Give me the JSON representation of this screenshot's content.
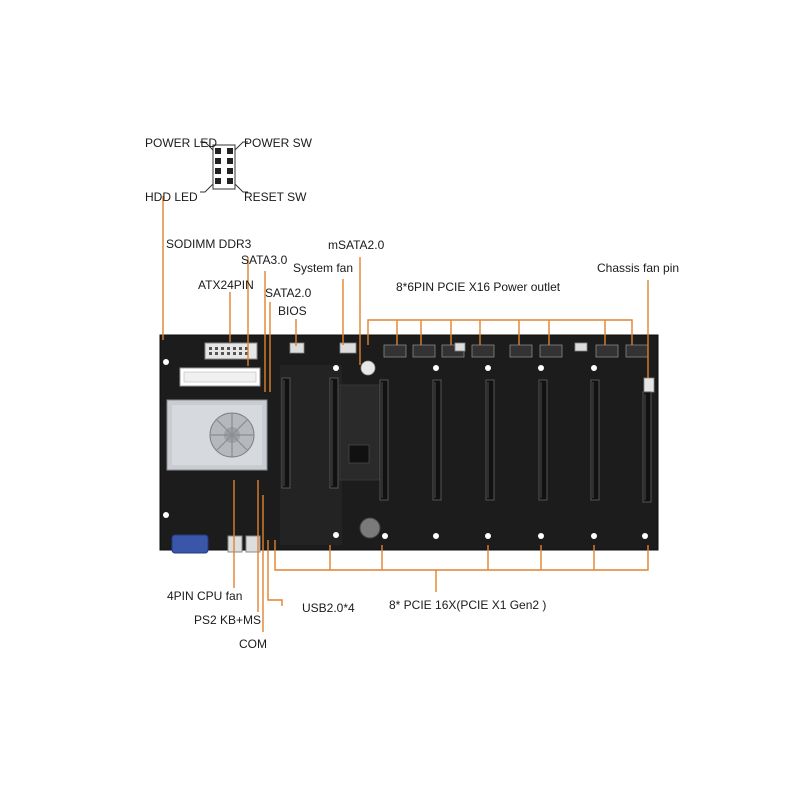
{
  "header_labels": {
    "power_led": "POWER LED",
    "power_sw": "POWER SW",
    "hdd_led": "HDD  LED",
    "reset_sw": "RESET SW"
  },
  "labels": {
    "sodimm": "SODIMM DDR3",
    "sata3": "SATA3.0",
    "msata": "mSATA2.0",
    "system_fan": "System fan",
    "atx24": "ATX24PIN",
    "sata2": "SATA2.0",
    "bios": "BIOS",
    "pcie_power": "8*6PIN PCIE X16 Power outlet",
    "chassis_fan": "Chassis fan pin",
    "cpu_fan": "4PIN CPU fan",
    "ps2": "PS2 KB+MS",
    "com": "COM",
    "usb": "USB2.0*4",
    "pcie_slots": "8* PCIE 16X(PCIE X1 Gen2 )"
  },
  "colors": {
    "board": "#1c1c1c",
    "leader": "#e0822f",
    "heatsink": "#c9ccd0",
    "connector": "#dddddd",
    "vga": "#3a56a8"
  }
}
